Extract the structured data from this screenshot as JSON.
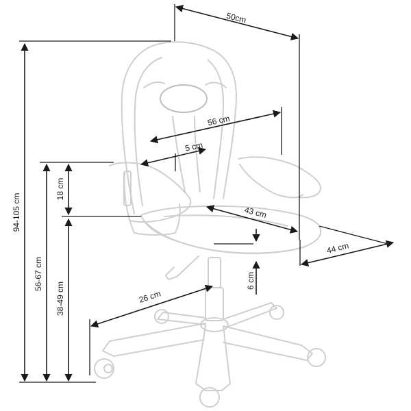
{
  "dimensions": {
    "width_top": "50cm",
    "total_height": "94-105 cm",
    "back_width": "56 cm",
    "armrest_width": "5 cm",
    "armrest_height": "18 cm",
    "seat_depth": "43 cm",
    "seat_width": "44 cm",
    "seat_height_overall": "56-67 cm",
    "seat_height": "38-49 cm",
    "seat_thickness": "6 cm",
    "base_radius": "26 cm"
  }
}
